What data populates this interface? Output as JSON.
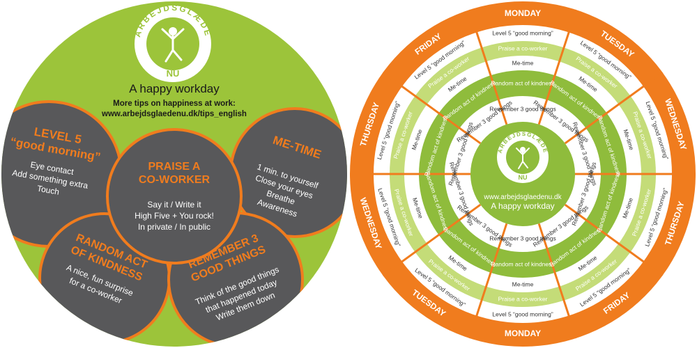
{
  "logo": {
    "top_text": "ARBEJDSGLÆDE",
    "bottom_text": "NU"
  },
  "left_disc": {
    "title": "A happy workday",
    "subtitle": "More tips on happiness at work:",
    "url": "www.arbejdsglaedenu.dk/tips_english",
    "tips": [
      {
        "key": "level5",
        "heading": [
          "LEVEL 5",
          "“good morning”"
        ],
        "lines": [
          "Eye contact",
          "Add something extra",
          "Touch"
        ]
      },
      {
        "key": "praise",
        "heading": [
          "PRAISE A",
          "CO-WORKER"
        ],
        "lines": [
          "Say it / Write it",
          "High Five + You rock!",
          "In private / In public"
        ]
      },
      {
        "key": "metime",
        "heading": [
          "ME-TIME"
        ],
        "lines": [
          "1 min. to yourself",
          "Close your eyes",
          "Breathe",
          "Awareness"
        ]
      },
      {
        "key": "random",
        "heading": [
          "RANDOM ACT",
          "OF KINDNESS"
        ],
        "lines": [
          "A nice, fun surprise",
          "for a co-worker"
        ]
      },
      {
        "key": "remember",
        "heading": [
          "REMEMBER 3",
          "GOOD THINGS"
        ],
        "lines": [
          "Think of the good things",
          "that happened today",
          "Write them down"
        ]
      }
    ]
  },
  "wheel": {
    "center_url": "www.arbejdsglaedenu.dk",
    "center_title": "A happy workday",
    "days": [
      "MONDAY",
      "TUESDAY",
      "WEDNESDAY",
      "THURSDAY",
      "FRIDAY",
      "MONDAY",
      "TUESDAY",
      "WEDNESDAY",
      "THURSDAY",
      "FRIDAY"
    ],
    "rings": [
      "Level 5 “good morning”",
      "Praise a co-worker",
      "Me-time",
      "Random act of kindness",
      "Remember 3 good things"
    ]
  },
  "colors": {
    "green": "#9cc43a",
    "dark_gray": "#58585a",
    "orange": "#f07c1e",
    "wheel_green": "#8fbc3c",
    "light_green": "#c4dc78",
    "white": "#ffffff"
  }
}
